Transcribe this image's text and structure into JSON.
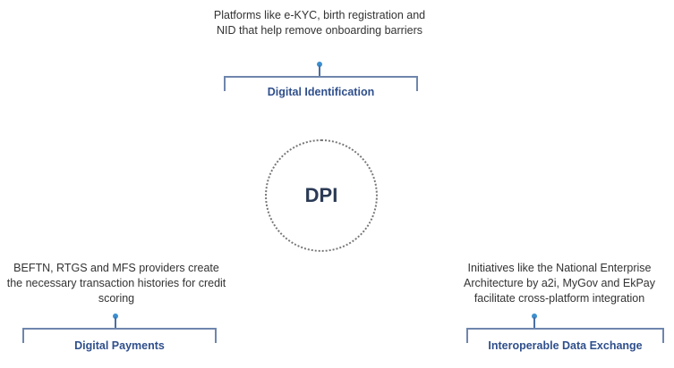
{
  "center": {
    "label": "DPI"
  },
  "pillars": [
    {
      "title": "Digital Identification",
      "description": "Platforms like e-KYC, birth registration and NID that help remove onboarding barriers"
    },
    {
      "title": "Digital Payments",
      "description": "BEFTN, RTGS and MFS providers create the necessary transaction histories for credit scoring"
    },
    {
      "title": "Interoperable Data Exchange",
      "description": "Initiatives like the National Enterprise Architecture by a2i, MyGov and EkPay facilitate cross-platform integration"
    }
  ],
  "colors": {
    "bracket": "#6f86ad",
    "label": "#2f4f8c",
    "dot": "#3b8fd0",
    "text": "#333333"
  }
}
